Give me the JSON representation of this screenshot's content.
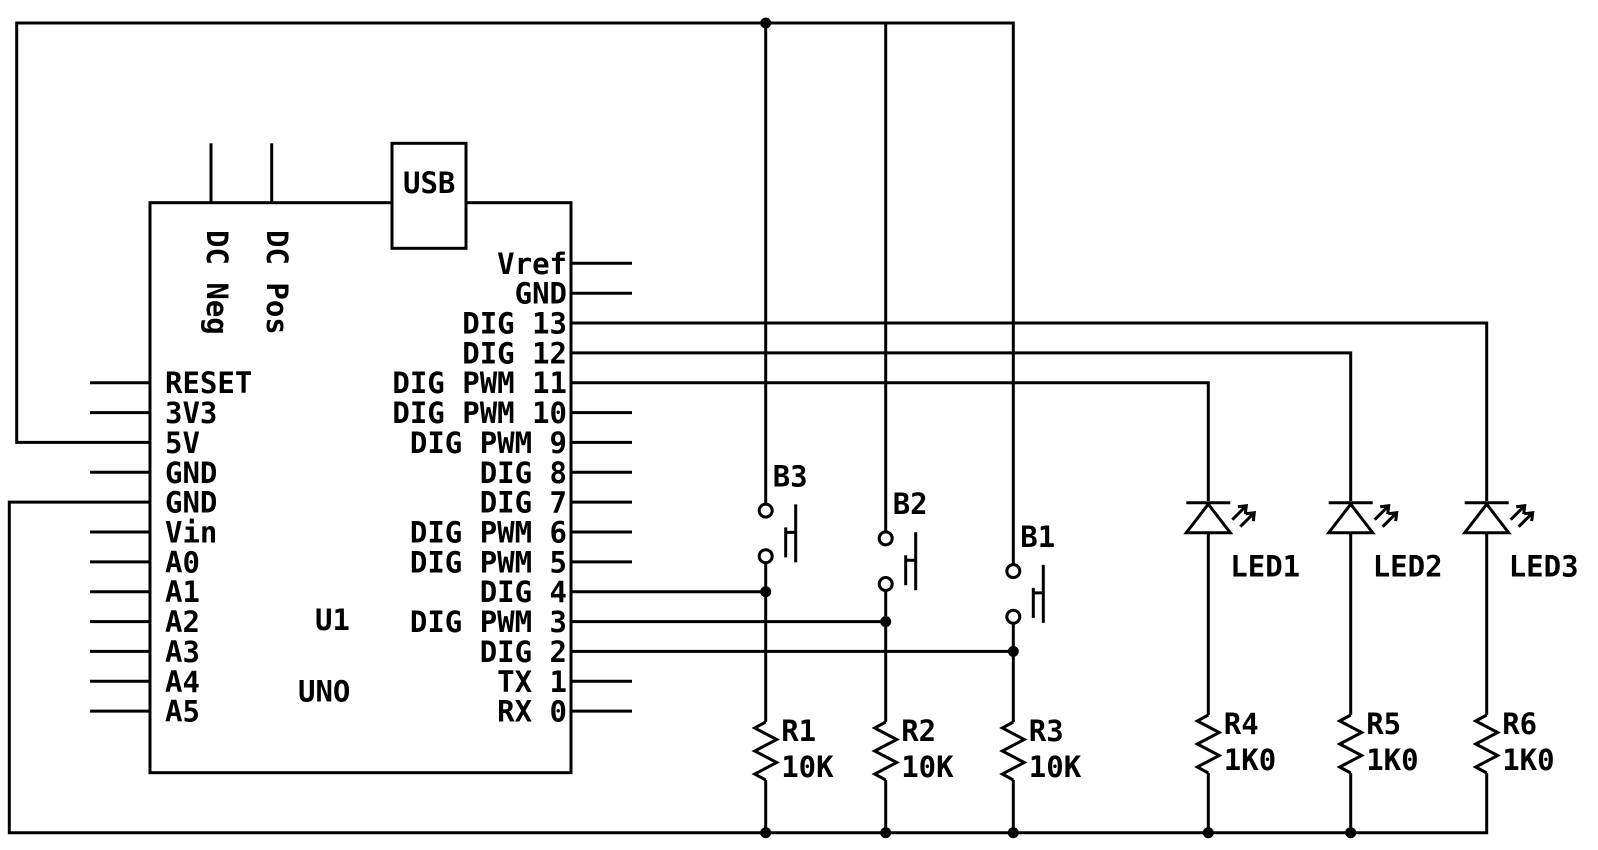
{
  "schematic": {
    "background_color": "#ffffff",
    "line_color": "#000000",
    "controller": {
      "ref": "U1",
      "name": "UNO",
      "usb_port_label": "USB",
      "top_pins": [
        "DC Neg",
        "DC Pos"
      ],
      "left_pins": [
        "RESET",
        "3V3",
        "5V",
        "GND",
        "GND",
        "Vin",
        "A0",
        "A1",
        "A2",
        "A3",
        "A4",
        "A5"
      ],
      "right_pins": [
        "Vref",
        "GND",
        "DIG 13",
        "DIG 12",
        "DIG PWM 11",
        "DIG PWM 10",
        "DIG PWM 9",
        "DIG 8",
        "DIG 7",
        "DIG PWM 6",
        "DIG PWM 5",
        "DIG 4",
        "DIG PWM 3",
        "DIG 2",
        "TX 1",
        "RX 0"
      ]
    },
    "buttons": [
      {
        "ref": "B3"
      },
      {
        "ref": "B2"
      },
      {
        "ref": "B1"
      }
    ],
    "resistors": [
      {
        "ref": "R1",
        "value": "10K"
      },
      {
        "ref": "R2",
        "value": "10K"
      },
      {
        "ref": "R3",
        "value": "10K"
      },
      {
        "ref": "R4",
        "value": "1K0"
      },
      {
        "ref": "R5",
        "value": "1K0"
      },
      {
        "ref": "R6",
        "value": "1K0"
      }
    ],
    "leds": [
      {
        "ref": "LED1"
      },
      {
        "ref": "LED2"
      },
      {
        "ref": "LED3"
      }
    ]
  }
}
